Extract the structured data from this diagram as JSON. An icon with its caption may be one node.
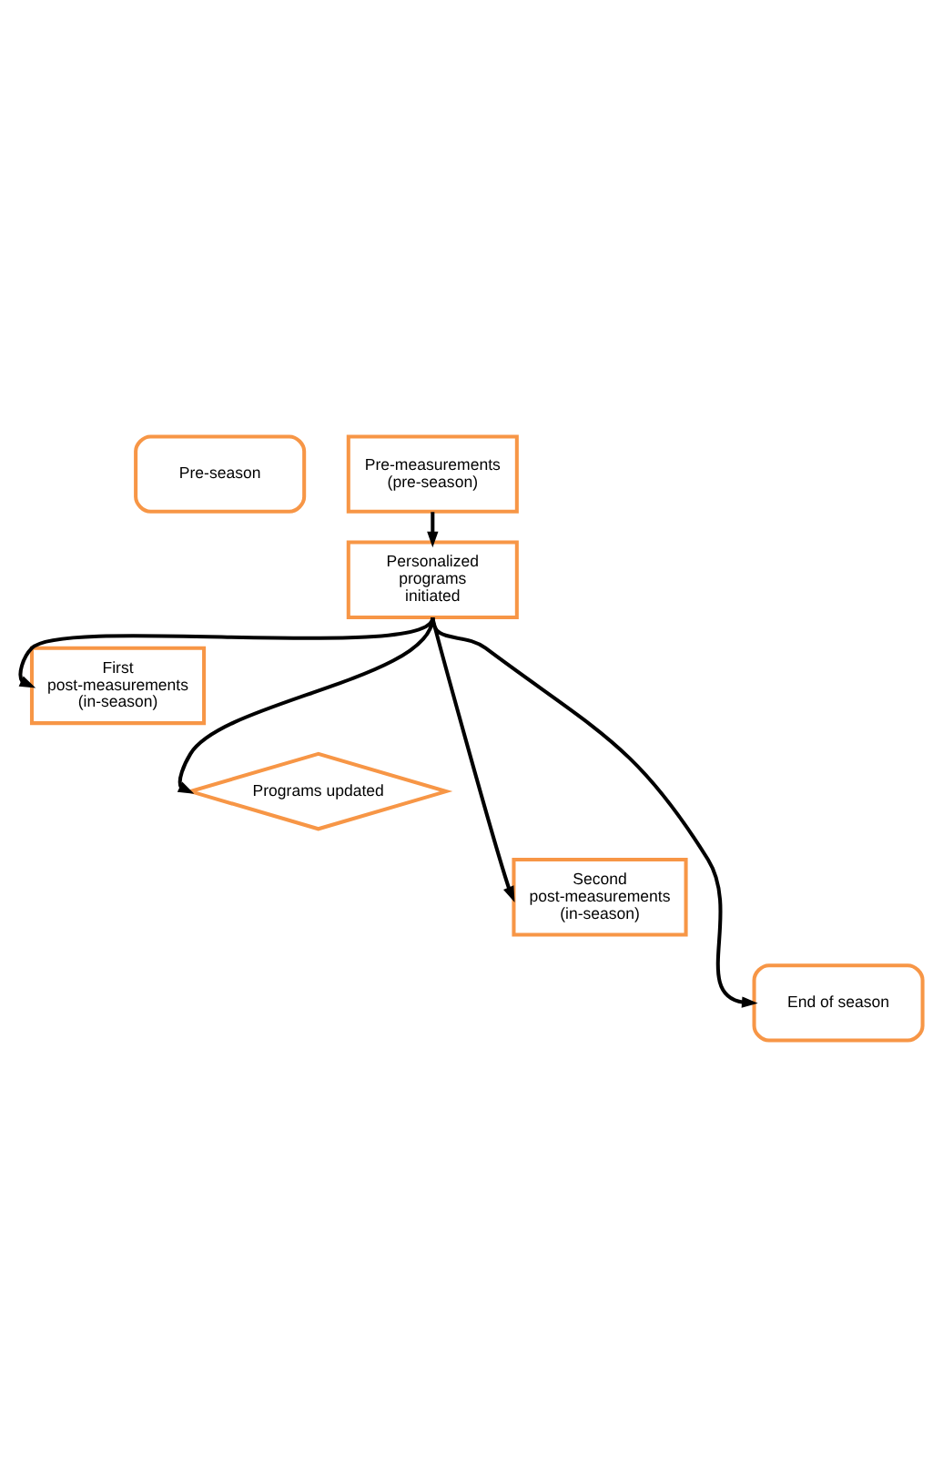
{
  "diagram": {
    "nodes": [
      {
        "text": [
          "Pre-season"
        ]
      },
      {
        "text": [
          "Pre-measurements (pre-season)"
        ]
      },
      {
        "text": [
          "Personalized programs initiated"
        ]
      },
      {
        "text": [
          "First post-measurements (in-season)"
        ]
      },
      {
        "text": [
          "Programs updated"
        ]
      },
      {
        "text": [
          "Second post-measurements (in-season)"
        ]
      },
      {
        "text": [
          "End of season"
        ]
      }
    ],
    "edges": [
      {
        "from": 1,
        "to": 2,
        "arrow": "to"
      },
      {
        "from": 2,
        "to": 3,
        "arrow": "to"
      },
      {
        "from": 2,
        "to": 4,
        "arrow": "to"
      },
      {
        "from": 2,
        "to": 5,
        "arrow": "to"
      },
      {
        "from": 2,
        "to": 6,
        "arrow": "to"
      }
    ]
  }
}
